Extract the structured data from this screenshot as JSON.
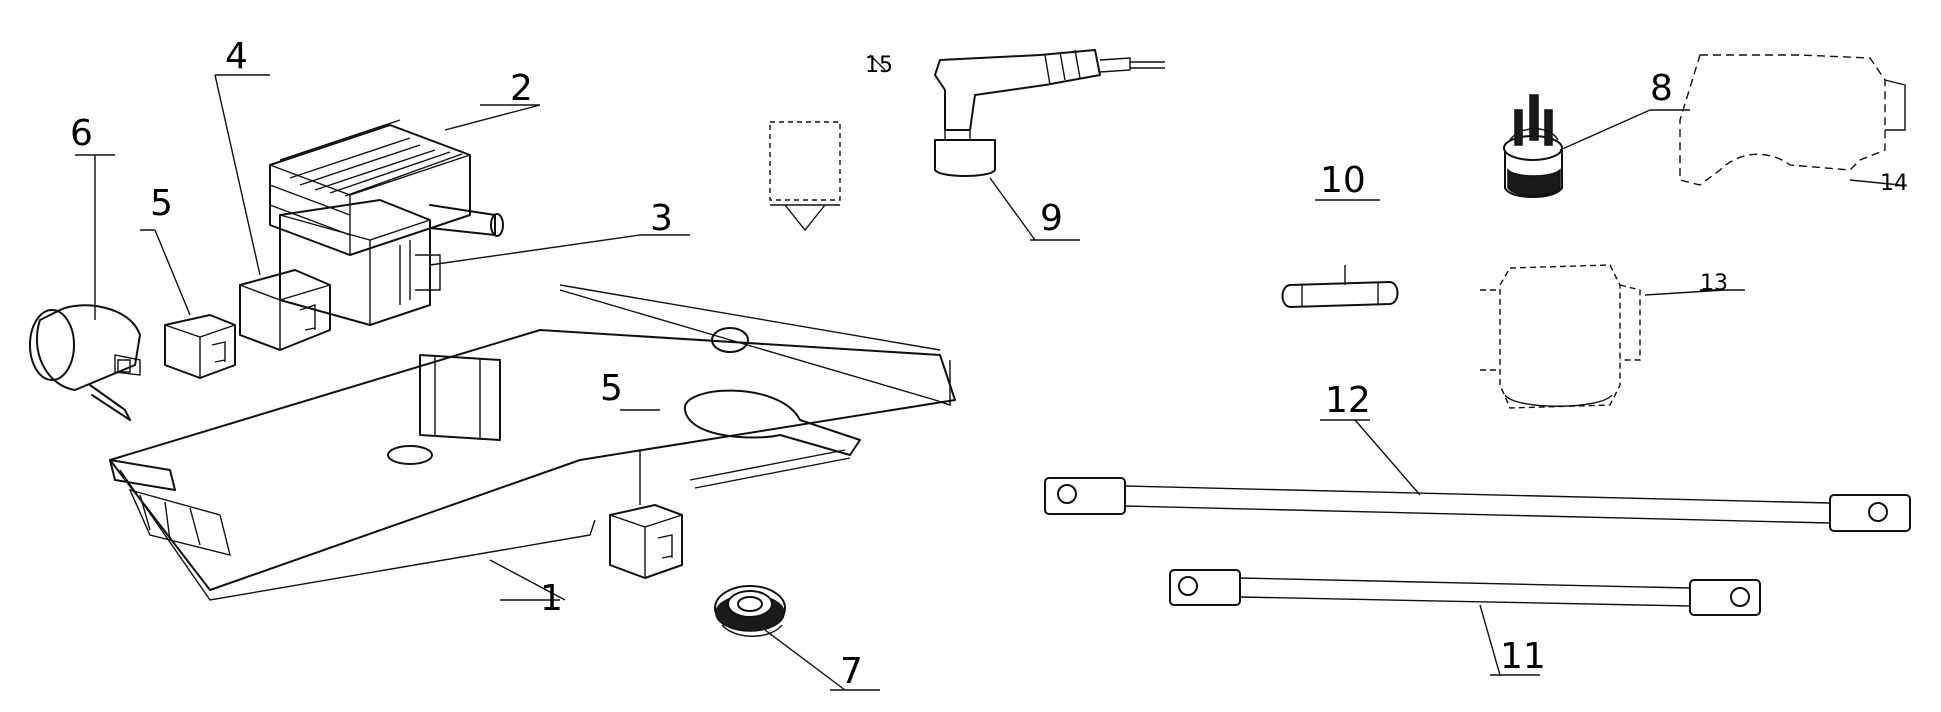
{
  "callouts": {
    "c1": "1",
    "c2": "2",
    "c3": "3",
    "c4": "4",
    "c5a": "5",
    "c5b": "5",
    "c6": "6",
    "c7": "7",
    "c8": "8",
    "c9": "9",
    "c10": "10",
    "c11": "11",
    "c12": "12",
    "c13": "13",
    "c14": "14",
    "c15": "15"
  },
  "colors": {
    "line": "#111111",
    "background": "#ffffff"
  }
}
